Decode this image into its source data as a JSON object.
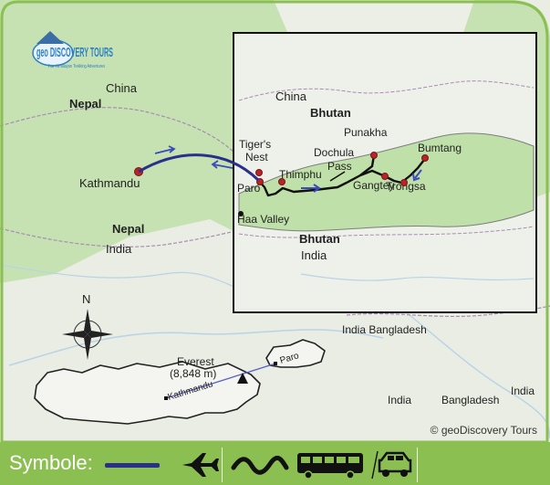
{
  "brand": {
    "logo_text": "geo DISCOVERY TOURS",
    "tagline": "Fair Himalayan Trekking Adventures"
  },
  "map_labels": {
    "china_left": "China",
    "nepal_top": "Nepal",
    "kathmandu": "Kathmandu",
    "nepal_mid": "Nepal",
    "india_left": "India",
    "china_inset": "China",
    "bhutan_inset_top": "Bhutan",
    "tigers_nest_1": "Tiger's",
    "tigers_nest_2": "Nest",
    "paro": "Paro",
    "thimphu": "Thimphu",
    "dochula_1": "Dochula",
    "dochula_2": "Pass",
    "punakha": "Punakha",
    "gangtey": "Gangtey",
    "trongsa": "Trongsa",
    "bumtang": "Bumtang",
    "haa_valley": "Haa Valley",
    "bhutan_inset_bottom": "Bhutan",
    "india_inset": "India",
    "india_bangladesh": "India Bangladesh",
    "india_lower": "India",
    "bangladesh_lower": "Bangladesh",
    "india_right": "India",
    "compass_n": "N",
    "everest_name": "Everest",
    "everest_height": "(8,848 m)",
    "kathmandu_small": "Kathmandu",
    "paro_small": "Paro"
  },
  "copyright": "© geoDiscovery Tours",
  "legend": {
    "label": "Symbole:"
  },
  "colors": {
    "accent_green": "#8bbf52",
    "route_blue": "#2b2f8c",
    "stop_red": "#b5252b",
    "inset_fill": "#bfe0a8"
  }
}
